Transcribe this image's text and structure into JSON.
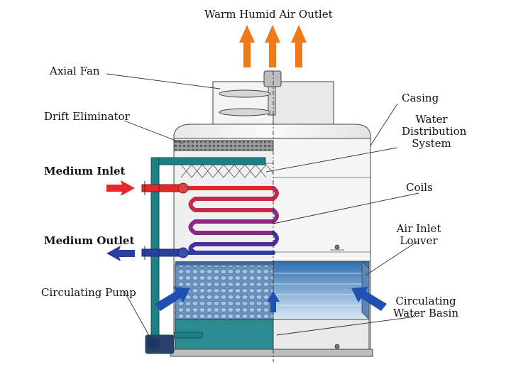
{
  "labels": {
    "top": "Warm Humid Air Outlet",
    "axial_fan": "Axial Fan",
    "drift_eliminator": "Drift Eliminator",
    "medium_inlet": "Medium Inlet",
    "medium_outlet": "Medium Outlet",
    "circulating_pump": "Circulating Pump",
    "casing": "Casing",
    "water_distribution": [
      "Water",
      "Distribution",
      "System"
    ],
    "coils": "Coils",
    "air_inlet_louver": [
      "Air Inlet",
      "Louver"
    ],
    "circulating_water_basin": [
      "Circulating",
      "Water Basin"
    ]
  },
  "colors": {
    "warm_air_arrow": "#f07a1a",
    "inlet_arrow": "#e8252a",
    "outlet_arrow": "#2a3f9c",
    "air_arrow": "#2050b0",
    "pipe": "#1f7f86",
    "basin_water": "#2a8c90",
    "casing_fill": "#f0f0f0"
  }
}
